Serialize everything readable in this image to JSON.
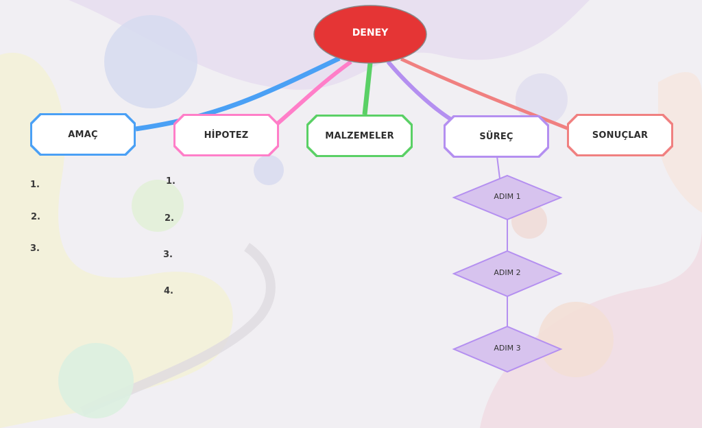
{
  "root": {
    "label": "DENEY",
    "color": "#e53535"
  },
  "branches": [
    {
      "label": "AMAÇ",
      "color": "#4aa0f5"
    },
    {
      "label": "HİPOTEZ",
      "color": "#ff7ec8"
    },
    {
      "label": "MALZEMELER",
      "color": "#5ad065"
    },
    {
      "label": "SÜREÇ",
      "color": "#b48ff0"
    },
    {
      "label": "SONUÇLAR",
      "color": "#f08080"
    }
  ],
  "amac_list": [
    "1.",
    "2.",
    "3."
  ],
  "hipotez_list": [
    "1.",
    "2.",
    "3.",
    "4."
  ],
  "steps": [
    {
      "label": "ADIM 1"
    },
    {
      "label": "ADIM 2"
    },
    {
      "label": "ADIM 3"
    }
  ],
  "step_colors": {
    "fill": "#d7c3ee",
    "stroke": "#b48ff0"
  }
}
